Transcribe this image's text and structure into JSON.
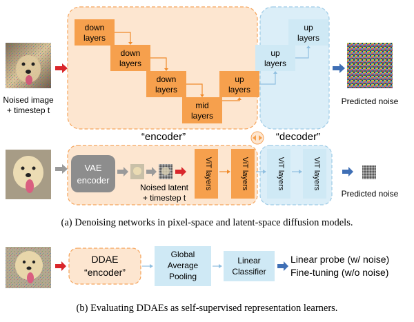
{
  "colors": {
    "encoder_fill": "#fde6d0",
    "encoder_border": "#f5a35a",
    "decoder_fill": "#dbeef8",
    "decoder_border": "#9ecbe6",
    "orange_block": "#f6a04d",
    "blue_block": "#cfe9f5",
    "red_arrow": "#d9262b",
    "blue_arrow": "#3f6fb5",
    "gray_arrow": "#9a9a9a",
    "vae_fill": "#8d8d8d"
  },
  "pixel_space": {
    "input_caption": [
      "Noised image",
      "+ timestep t"
    ],
    "down_layers": [
      {
        "line1": "down",
        "line2": "layers"
      },
      {
        "line1": "down",
        "line2": "layers"
      },
      {
        "line1": "down",
        "line2": "layers"
      }
    ],
    "mid_layers": {
      "line1": "mid",
      "line2": "layers"
    },
    "up_layers_encoder": {
      "line1": "up",
      "line2": "layers"
    },
    "up_layers_decoder": [
      {
        "line1": "up",
        "line2": "layers"
      },
      {
        "line1": "up",
        "line2": "layers"
      }
    ],
    "output_caption": "Predicted noise"
  },
  "labels": {
    "encoder": "“encoder”",
    "decoder": "“decoder”"
  },
  "latent_space": {
    "vae": {
      "line1": "VAE",
      "line2": "encoder"
    },
    "noised_latent_caption": [
      "Noised latent",
      "+ timestep t"
    ],
    "vit_label": "ViT layers",
    "output_caption": "Predicted noise"
  },
  "caption_a": "(a)  Denoising networks in pixel-space and latent-space diffusion models.",
  "ddae": {
    "encoder": {
      "line1": "DDAE",
      "line2": "“encoder”"
    },
    "gap": {
      "line1": "Global",
      "line2": "Average",
      "line3": "Pooling"
    },
    "classifier": {
      "line1": "Linear",
      "line2": "Classifier"
    },
    "outputs": [
      "Linear probe (w/ noise)",
      "Fine-tuning (w/o noise)"
    ]
  },
  "caption_b": "(b)  Evaluating DDAEs as self-supervised representation learners."
}
